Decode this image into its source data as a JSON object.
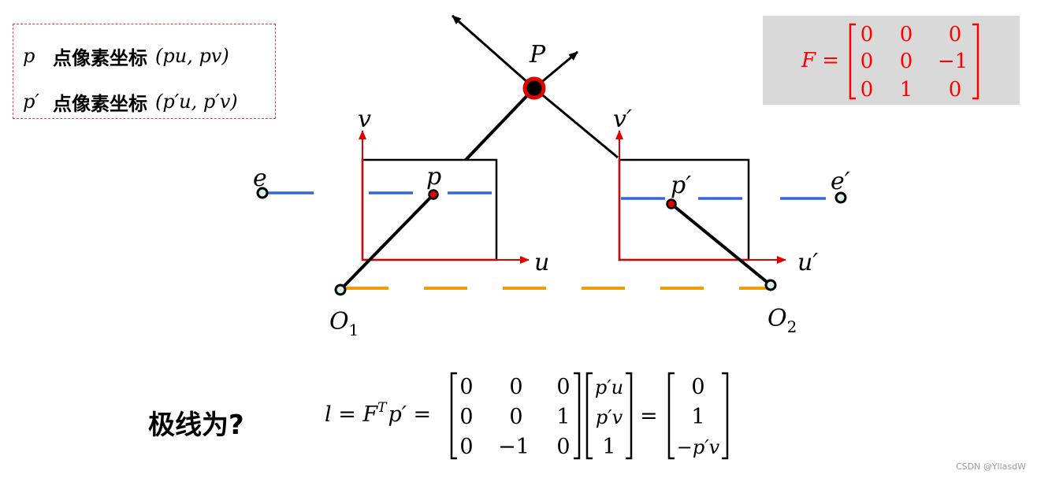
{
  "legend": {
    "row1": {
      "symbol": "p",
      "label": "点像素坐标",
      "coord": "(pu, pv)"
    },
    "row2": {
      "symbol": "p′",
      "label": "点像素坐标",
      "coord": "(p′u, p′v)"
    }
  },
  "f_matrix": {
    "lhs": "F =",
    "rows": [
      [
        "0",
        "0",
        "0"
      ],
      [
        "0",
        "0",
        "−1"
      ],
      [
        "0",
        "1",
        "0"
      ]
    ]
  },
  "diagram": {
    "point_P": "P",
    "left_axis_v": "v",
    "left_axis_u": "u",
    "right_axis_v": "v′",
    "right_axis_u": "u′",
    "point_p": "p",
    "point_p_prime": "p′",
    "epipole_left": "e",
    "epipole_right": "e′",
    "camera_1": "O",
    "camera_1_sub": "1",
    "camera_2": "O",
    "camera_2_sub": "2"
  },
  "equation": {
    "question": "极线为?",
    "lhs": "l = F",
    "lhs_sup": "T",
    "lhs_tail": "p′ =",
    "matrix_rows": [
      [
        "0",
        "0",
        "0"
      ],
      [
        "0",
        "0",
        "1"
      ],
      [
        "0",
        "−1",
        "0"
      ]
    ],
    "vector": [
      "p′u",
      "p′v",
      "1"
    ],
    "equals": "=",
    "result": [
      "0",
      "1",
      "−p′v"
    ]
  },
  "colors": {
    "red_axis": "#e00000",
    "blue_epipolar": "#3366dd",
    "orange_baseline": "#f39c00",
    "point_outline": "#e00000",
    "matrix_red": "#ff0000",
    "fbox_bg": "#d9d9d9"
  },
  "watermark": "CSDN @YllasdW"
}
